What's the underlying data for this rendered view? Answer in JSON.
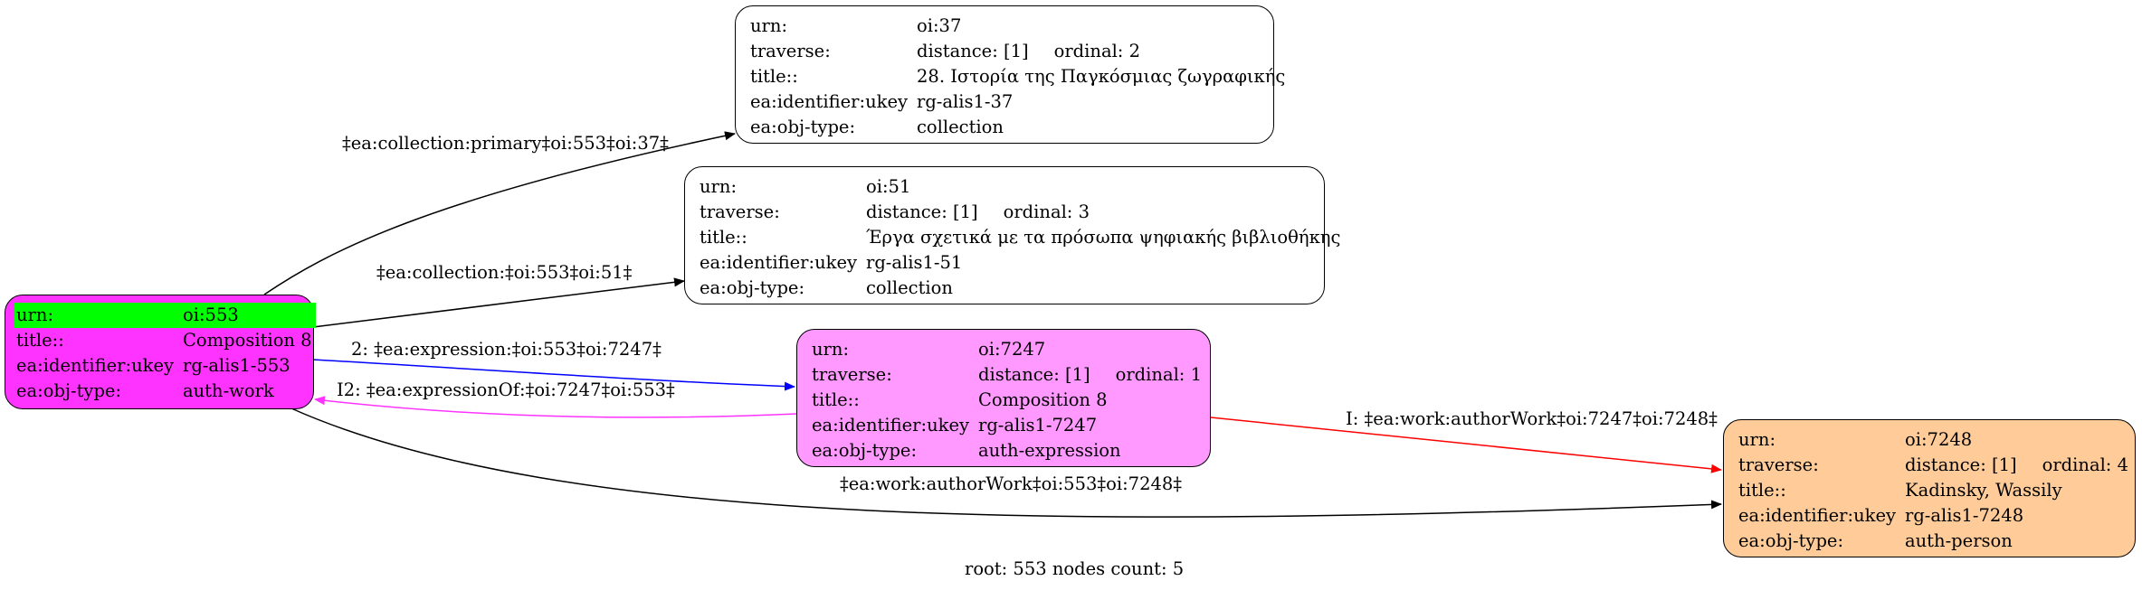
{
  "colors": {
    "root_fill": "#ff33ff",
    "root_urn_highlight": "#00ff00",
    "expression_fill": "#ff99ff",
    "person_fill": "#ffcc99",
    "collection_fill": "#ffffff",
    "expression_edge": "#0000ff",
    "expression_of_edge": "#ff33ff",
    "author_edge": "#ff0000",
    "default_edge": "#000000"
  },
  "nodes": {
    "n553": {
      "rows": [
        {
          "key": "urn:",
          "value": "oi:553"
        },
        {
          "key": "title::",
          "value": "Composition 8"
        },
        {
          "key": "ea:identifier:ukey",
          "value": "rg-alis1-553"
        },
        {
          "key": "ea:obj-type:",
          "value": "auth-work"
        }
      ]
    },
    "n37": {
      "urn": {
        "key": "urn:",
        "value": "oi:37"
      },
      "traverse": {
        "key": "traverse:",
        "distance": "distance: [1]",
        "ordinal": "ordinal: 2"
      },
      "rows": [
        {
          "key": "title::",
          "value": "28. Ιστορία της Παγκόσμιας ζωγραφικής"
        },
        {
          "key": "ea:identifier:ukey",
          "value": "rg-alis1-37"
        },
        {
          "key": "ea:obj-type:",
          "value": "collection"
        }
      ]
    },
    "n51": {
      "urn": {
        "key": "urn:",
        "value": "oi:51"
      },
      "traverse": {
        "key": "traverse:",
        "distance": "distance: [1]",
        "ordinal": "ordinal: 3"
      },
      "rows": [
        {
          "key": "title::",
          "value": "Έργα σχετικά με τα πρόσωπα ψηφιακής βιβλιοθήκης"
        },
        {
          "key": "ea:identifier:ukey",
          "value": "rg-alis1-51"
        },
        {
          "key": "ea:obj-type:",
          "value": "collection"
        }
      ]
    },
    "n7247": {
      "urn": {
        "key": "urn:",
        "value": "oi:7247"
      },
      "traverse": {
        "key": "traverse:",
        "distance": "distance: [1]",
        "ordinal": "ordinal: 1"
      },
      "rows": [
        {
          "key": "title::",
          "value": "Composition 8"
        },
        {
          "key": "ea:identifier:ukey",
          "value": "rg-alis1-7247"
        },
        {
          "key": "ea:obj-type:",
          "value": "auth-expression"
        }
      ]
    },
    "n7248": {
      "urn": {
        "key": "urn:",
        "value": "oi:7248"
      },
      "traverse": {
        "key": "traverse:",
        "distance": "distance: [1]",
        "ordinal": "ordinal: 4"
      },
      "rows": [
        {
          "key": "title::",
          "value": "Kadinsky, Wassily"
        },
        {
          "key": "ea:identifier:ukey",
          "value": "rg-alis1-7248"
        },
        {
          "key": "ea:obj-type:",
          "value": "auth-person"
        }
      ]
    }
  },
  "edges": {
    "to37": "‡ea:collection:primary‡oi:553‡oi:37‡",
    "to51": "‡ea:collection:‡oi:553‡oi:51‡",
    "to7247": "2: ‡ea:expression:‡oi:553‡oi:7247‡",
    "from7247": "I2: ‡ea:expressionOf:‡oi:7247‡oi:553‡",
    "e7247to7248": "I: ‡ea:work:authorWork‡oi:7247‡oi:7248‡",
    "e553to7248": "‡ea:work:authorWork‡oi:553‡oi:7248‡"
  },
  "footer": "root: 553 nodes count: 5"
}
